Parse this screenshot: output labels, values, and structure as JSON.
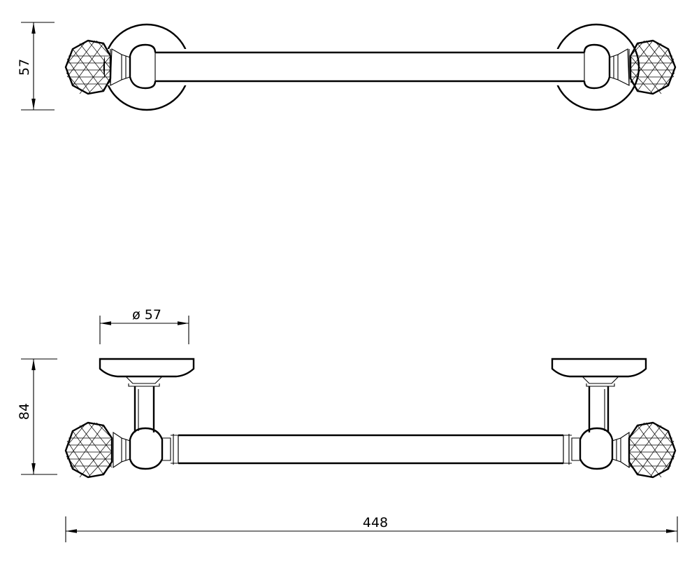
{
  "dimensions": {
    "top_height": "57",
    "flange_diameter": "ø 57",
    "side_height": "84",
    "overall_length": "448"
  },
  "colors": {
    "line": "#000000",
    "background": "#ffffff"
  },
  "views": [
    "top-view",
    "front-view"
  ]
}
